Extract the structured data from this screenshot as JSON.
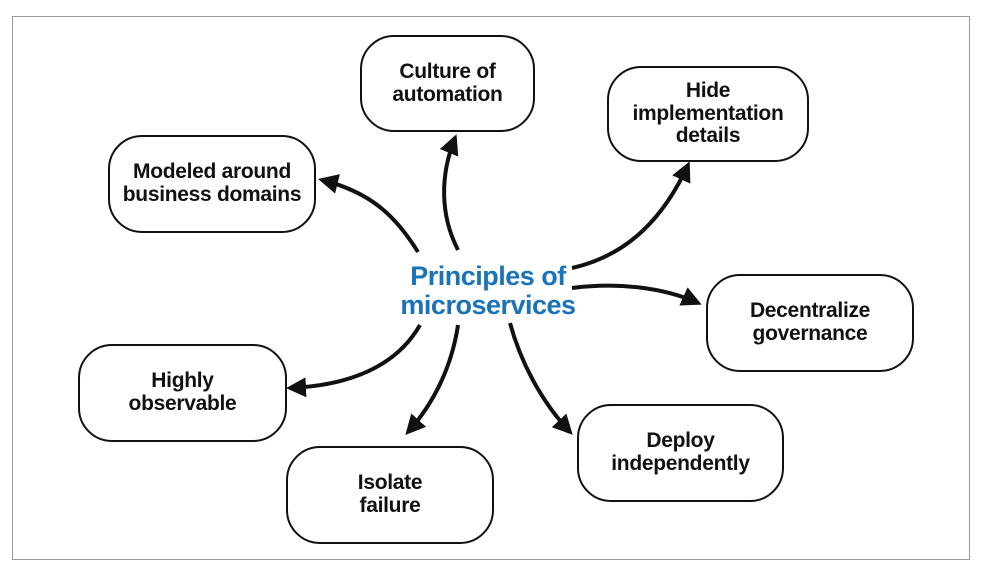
{
  "center": {
    "line1": "Principles of",
    "line2": "microservices",
    "color": "#1a73b8"
  },
  "nodes": {
    "culture_of_automation": [
      "Culture of",
      "automation"
    ],
    "hide_implementation_details": [
      "Hide",
      "implementation",
      "details"
    ],
    "modeled_around_business_domains": [
      "Modeled around",
      "business domains"
    ],
    "decentralize_governance": [
      "Decentralize",
      "governance"
    ],
    "highly_observable": [
      "Highly",
      "observable"
    ],
    "deploy_independently": [
      "Deploy",
      "independently"
    ],
    "isolate_failure": [
      "Isolate",
      "failure"
    ]
  }
}
